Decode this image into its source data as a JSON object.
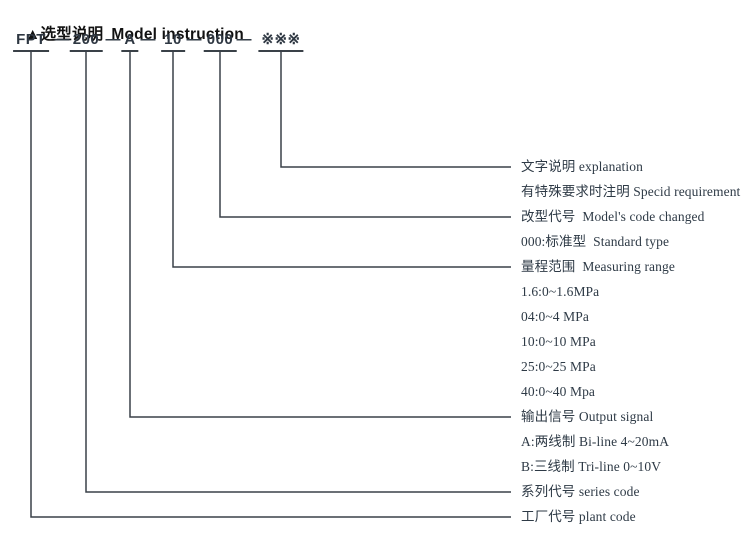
{
  "title": {
    "marker_icon": "triangle-icon",
    "zh": "▲选型说明",
    "en": "Model instruction"
  },
  "model_code": {
    "separator": "—",
    "segments": [
      {
        "label": "FPT",
        "connects_to_row": 14
      },
      {
        "label": "200",
        "connects_to_row": 13
      },
      {
        "label": "A",
        "connects_to_row": 10
      },
      {
        "label": "10",
        "connects_to_row": 4
      },
      {
        "label": "000",
        "connects_to_row": 2
      },
      {
        "label": "※※※",
        "connects_to_row": 0
      }
    ]
  },
  "rows": [
    {
      "text": "文字说明 explanation"
    },
    {
      "text": "有特殊要求时注明 Specid requirement"
    },
    {
      "text": "改型代号  Model's code changed"
    },
    {
      "text": "000:标准型  Standard type"
    },
    {
      "text": "量程范围  Measuring range"
    },
    {
      "text": "1.6:0~1.6MPa"
    },
    {
      "text": "04:0~4 MPa"
    },
    {
      "text": "10:0~10 MPa"
    },
    {
      "text": "25:0~25 MPa"
    },
    {
      "text": "40:0~40 Mpa"
    },
    {
      "text": "输出信号 Output signal"
    },
    {
      "text": "A:两线制 Bi-line 4~20mA"
    },
    {
      "text": "B:三线制 Tri-line 0~10V"
    },
    {
      "text": "系列代号 series code"
    },
    {
      "text": "工厂代号 plant code"
    }
  ],
  "colors": {
    "text": "#2e3a46",
    "code_text": "#2e3742",
    "line": "#3a4148",
    "title": "#111111",
    "background": "#ffffff"
  }
}
